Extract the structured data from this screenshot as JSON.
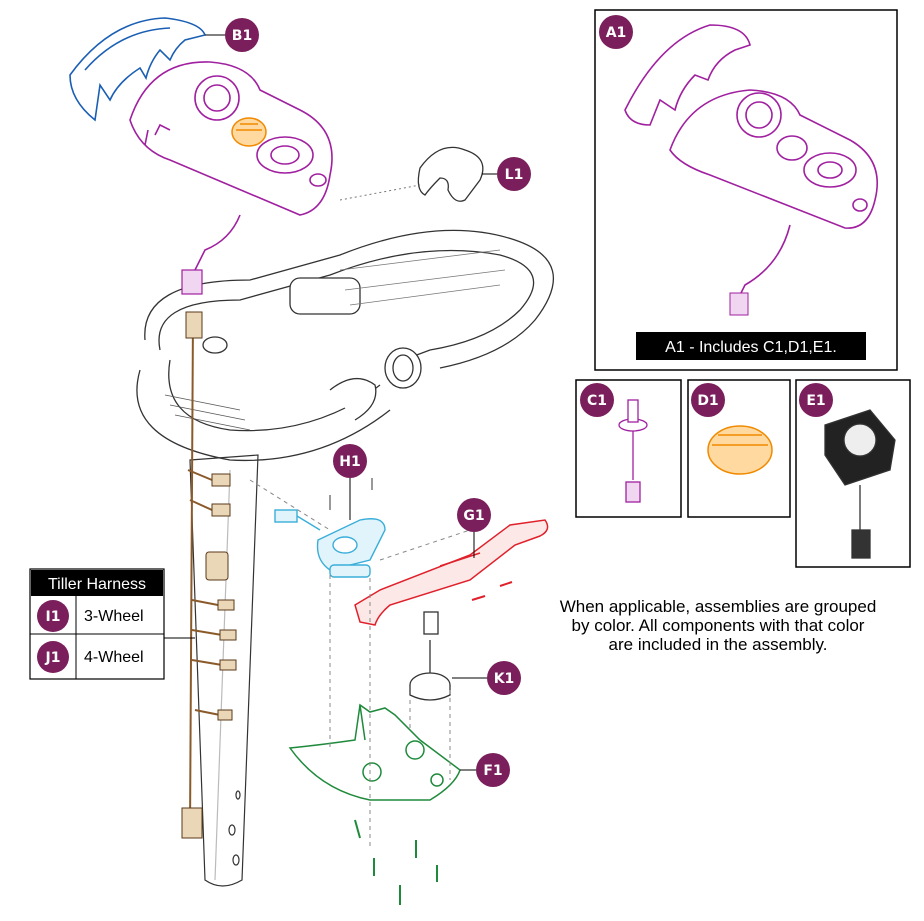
{
  "callouts": {
    "a1": "A1",
    "b1": "B1",
    "c1": "C1",
    "d1": "D1",
    "e1": "E1",
    "f1": "F1",
    "g1": "G1",
    "h1": "H1",
    "i1": "I1",
    "j1": "J1",
    "k1": "K1",
    "l1": "L1"
  },
  "a1_box": {
    "label": "A1 - Includes C1,D1,E1."
  },
  "tiller_harness": {
    "title": "Tiller Harness",
    "rows": [
      {
        "callout": "I1",
        "label": "3-Wheel"
      },
      {
        "callout": "J1",
        "label": "4-Wheel"
      }
    ]
  },
  "note": {
    "line1": "When applicable, assemblies are grouped",
    "line2": "by color. All components with that color",
    "line3": "are included in the assembly."
  },
  "colors": {
    "callout": "#7a1f5c",
    "purple": "#a020a0",
    "blue": "#1a5fb4",
    "orange": "#f08a00",
    "teal": "#3aaed8",
    "red": "#e0202a",
    "green": "#1f8a3c",
    "brown": "#8a5a2a"
  }
}
